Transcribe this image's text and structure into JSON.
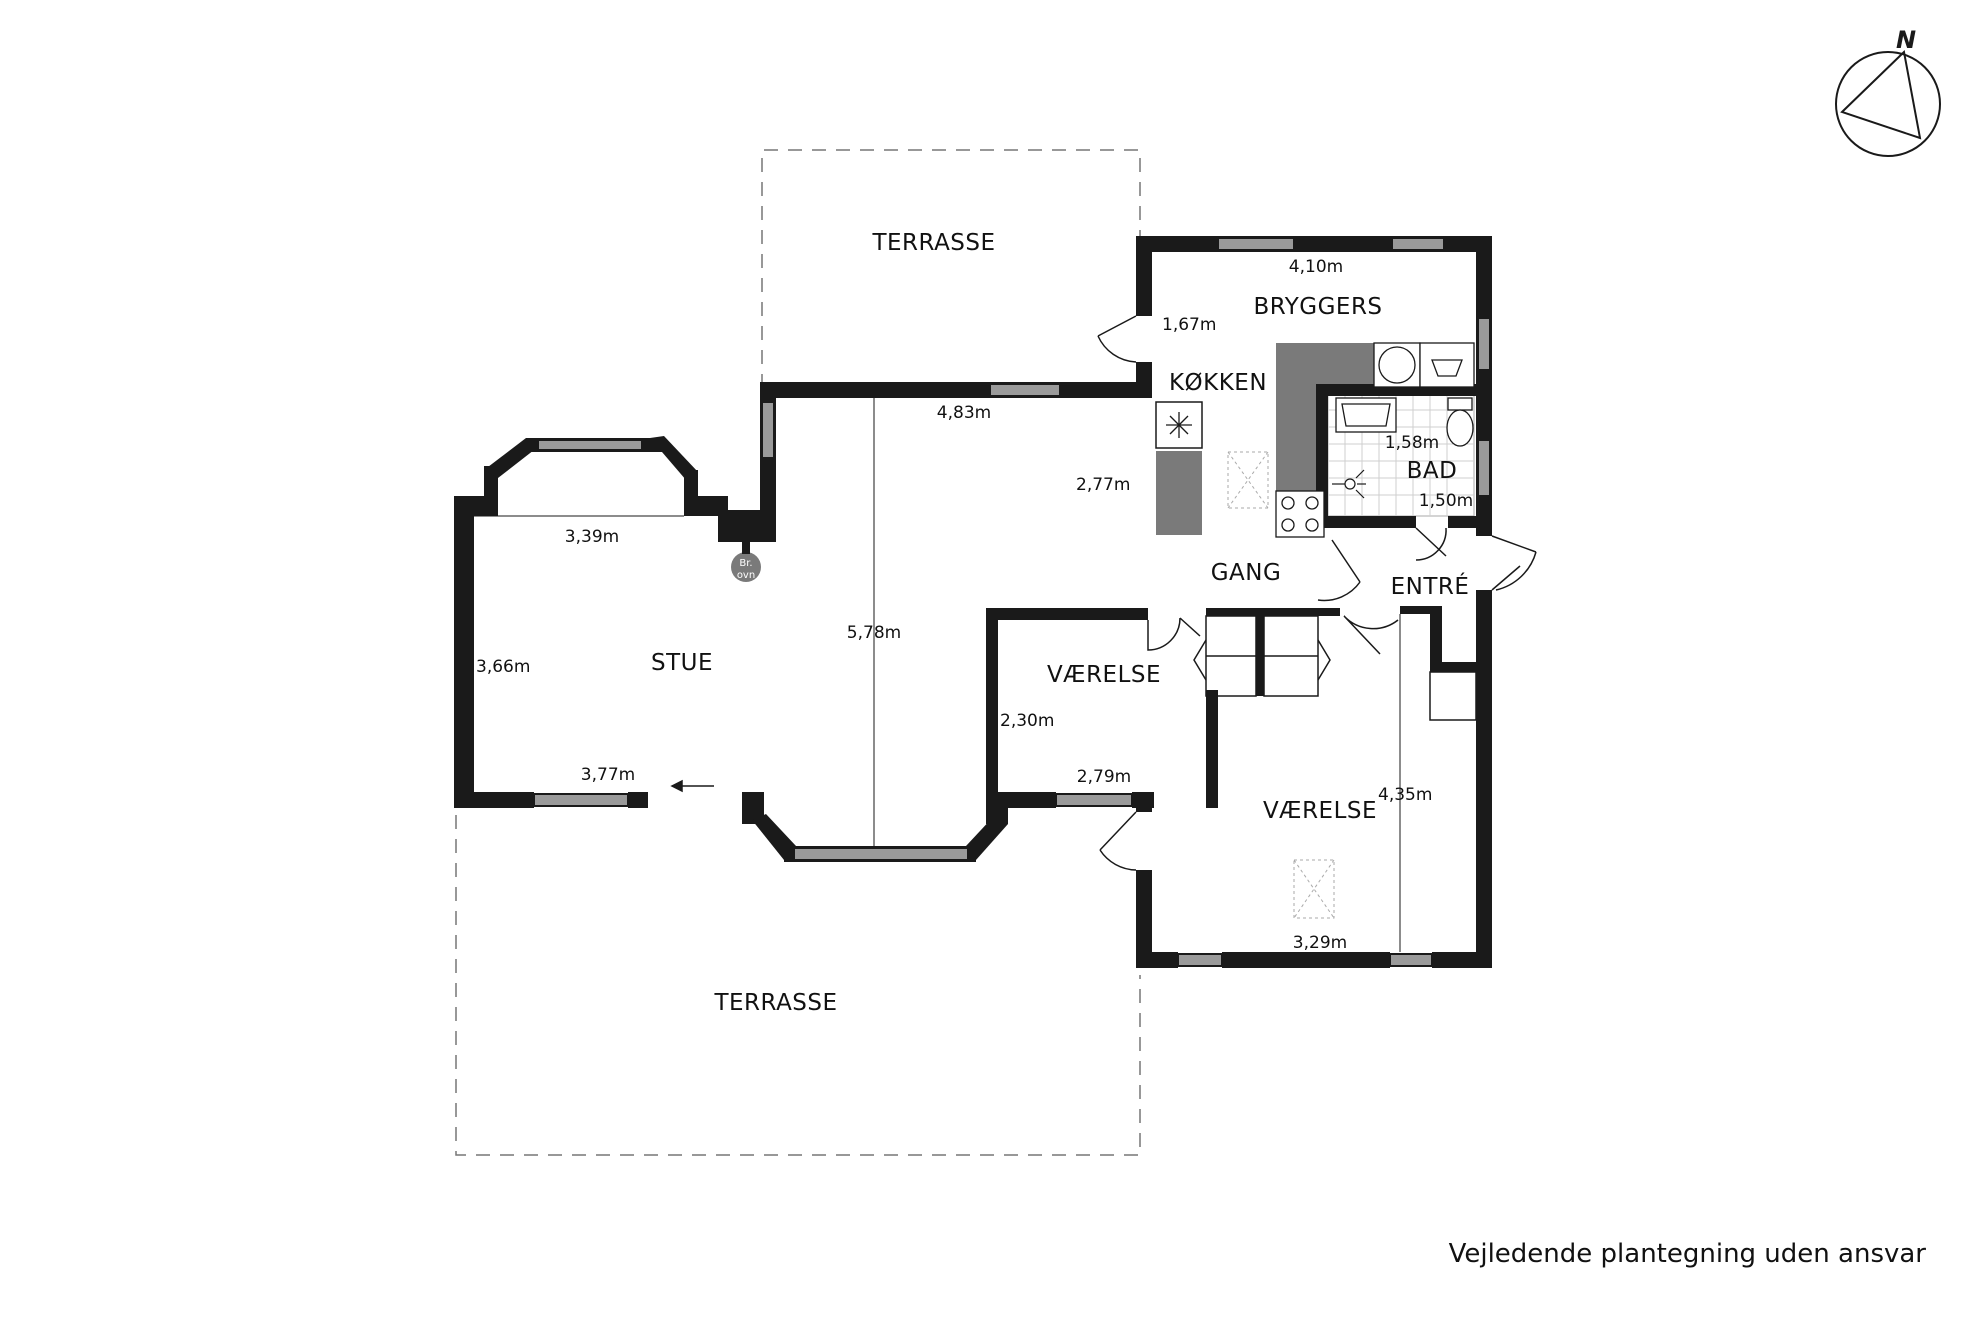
{
  "rooms": {
    "terrasse_top": "TERRASSE",
    "terrasse_bottom": "TERRASSE",
    "bryggers": "BRYGGERS",
    "kokken": "KØKKEN",
    "bad": "BAD",
    "stue": "STUE",
    "gang": "GANG",
    "entre": "ENTRÉ",
    "vaerelse_1": "VÆRELSE",
    "vaerelse_2": "VÆRELSE"
  },
  "dimensions": {
    "bryggers_width": "4,10m",
    "bryggers_depth": "1,67m",
    "kokken_width": "4,83m",
    "kokken_depth": "2,77m",
    "bad_width": "1,58m",
    "bad_depth": "1,50m",
    "stue_bay": "3,39m",
    "stue_depth": "5,78m",
    "stue_west": "3,66m",
    "stue_south": "3,77m",
    "vaerelse1_depth": "2,30m",
    "vaerelse1_width": "2,79m",
    "vaerelse2_depth": "4,35m",
    "vaerelse2_width": "3,29m"
  },
  "fireplace": {
    "line1": "Br.",
    "line2": "ovn"
  },
  "compass": {
    "label": "N",
    "icon": "north-arrow-icon"
  },
  "disclaimer": "Vejledende plantegning uden ansvar",
  "colors": {
    "wall": "#1a1a1a",
    "counter": "#7a7a7a",
    "window": "#9a9a9a"
  }
}
